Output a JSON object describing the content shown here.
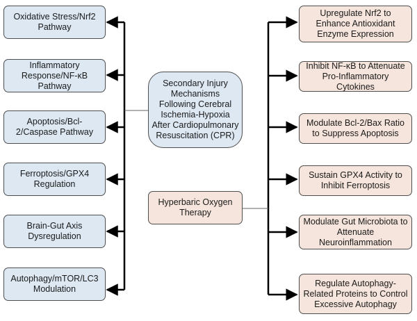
{
  "center": {
    "text": "Secondary Injury Mechanisms Following Cerebral Ischemia-Hypoxia After Cardiopulmonary Resuscitation (CPR)",
    "color": "#dde8f3"
  },
  "therapy": {
    "text": "Hyperbaric Oxygen Therapy",
    "color": "#f6e5dc"
  },
  "mechanisms": [
    {
      "text": "Oxidative Stress/Nrf2 Pathway"
    },
    {
      "text": "Inflammatory Response/NF-κB Pathway"
    },
    {
      "text": "Apoptosis/Bcl-2/Caspase Pathway"
    },
    {
      "text": "Ferroptosis/GPX4 Regulation"
    },
    {
      "text": "Brain-Gut Axis Dysregulation"
    },
    {
      "text": "Autophagy/mTOR/LC3 Modulation"
    }
  ],
  "effects": [
    {
      "text": "Upregulate Nrf2 to Enhance Antioxidant Enzyme Expression"
    },
    {
      "text": "Inhibit NF-κB to Attenuate Pro-Inflammatory Cytokines"
    },
    {
      "text": "Modulate Bcl-2/Bax Ratio to Suppress Apoptosis"
    },
    {
      "text": "Sustain GPX4 Activity to Inhibit Ferroptosis"
    },
    {
      "text": "Modulate Gut Microbiota to Attenuate Neuroinflammation"
    },
    {
      "text": "Regulate Autophagy-Related Proteins to Control Excessive Autophagy"
    }
  ]
}
